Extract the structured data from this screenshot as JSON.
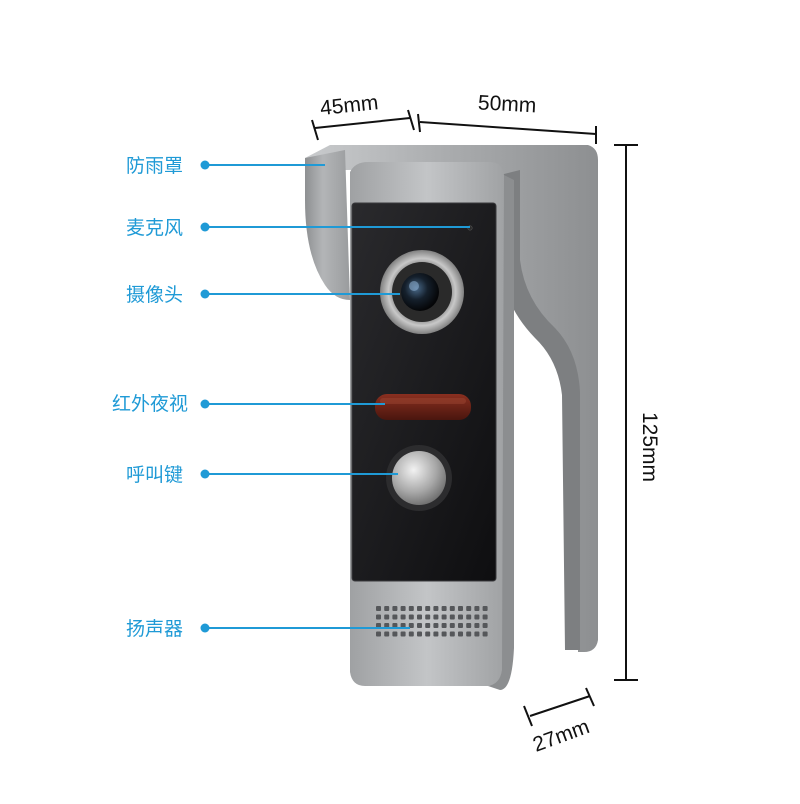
{
  "labels": [
    {
      "id": "rain-cover",
      "text": "防雨罩"
    },
    {
      "id": "microphone",
      "text": "麦克风"
    },
    {
      "id": "camera",
      "text": "摄像头"
    },
    {
      "id": "ir-night-vision",
      "text": "红外夜视"
    },
    {
      "id": "call-button",
      "text": "呼叫键"
    },
    {
      "id": "speaker",
      "text": "扬声器"
    }
  ],
  "dimensions": {
    "depth_top": "45mm",
    "width": "50mm",
    "height": "125mm",
    "depth_bottom": "27mm"
  },
  "colors": {
    "label_blue": "#1f9ad6",
    "dimension_line": "#111111",
    "housing_silver": "#a7a9ab",
    "face_black": "#141416",
    "ir_window": "#6e2418"
  }
}
